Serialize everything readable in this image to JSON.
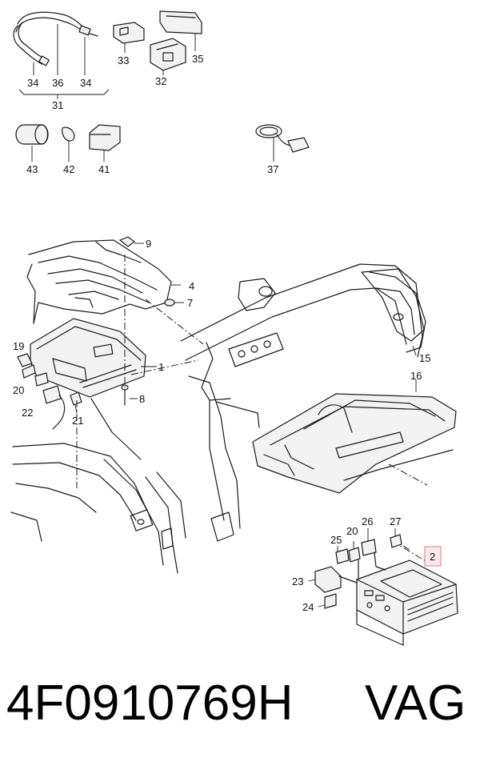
{
  "callouts": {
    "c34a": "34",
    "c36": "36",
    "c34b": "34",
    "c31": "31",
    "c33": "33",
    "c32": "32",
    "c35": "35",
    "c43": "43",
    "c42": "42",
    "c41": "41",
    "c37": "37",
    "c9": "9",
    "c4": "4",
    "c7": "7",
    "c1": "1",
    "c8": "8",
    "c19": "19",
    "c20a": "20",
    "c22": "22",
    "c21": "21",
    "c15": "15",
    "c16": "16",
    "c25": "25",
    "c20b": "20",
    "c26": "26",
    "c27": "27",
    "c2": "2",
    "c23": "23",
    "c24": "24"
  },
  "caption": {
    "part_number": "4F0910769H",
    "brand": "VAG"
  },
  "colors": {
    "highlight_fill": "#fde8ea",
    "highlight_border": "#d77b86",
    "line": "#1a1a1a"
  }
}
